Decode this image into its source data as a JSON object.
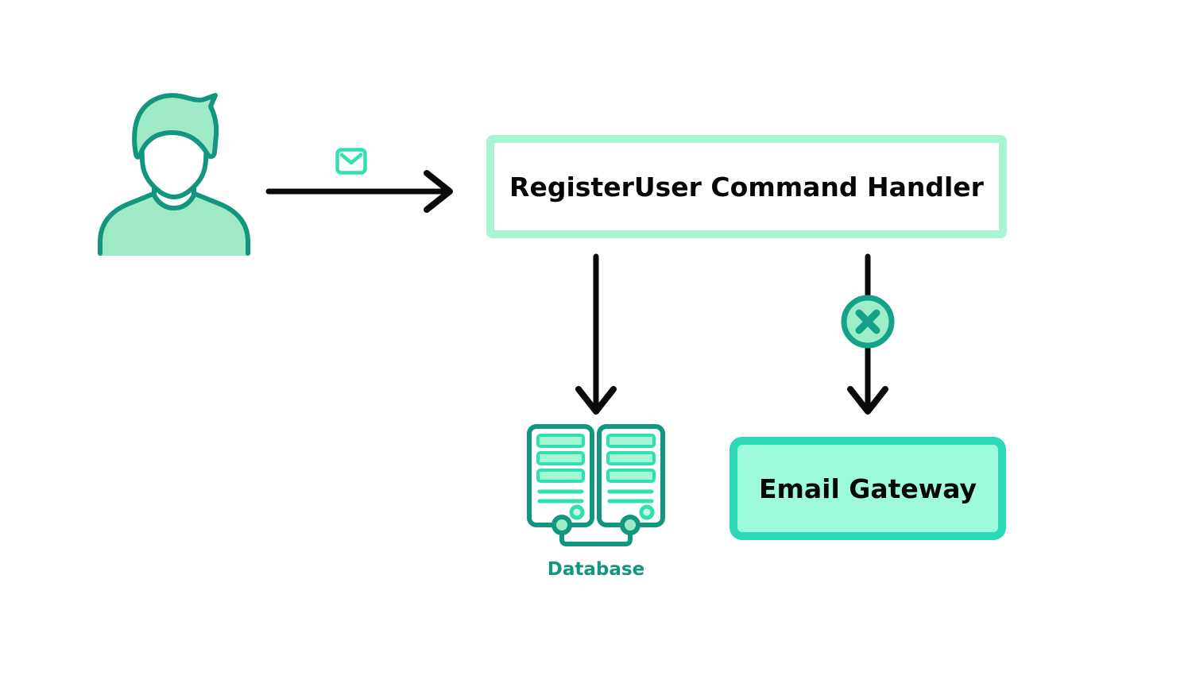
{
  "diagram": {
    "nodes": {
      "user": {
        "icon": "user-avatar-icon"
      },
      "handler": {
        "label": "RegisterUser Command Handler"
      },
      "database": {
        "label": "Database",
        "icon": "database-servers-icon"
      },
      "email_gateway": {
        "label": "Email Gateway"
      }
    },
    "edges": [
      {
        "from": "user",
        "to": "handler",
        "direction": "right",
        "marker_icon": "email-envelope-icon"
      },
      {
        "from": "handler",
        "to": "database",
        "direction": "down"
      },
      {
        "from": "handler",
        "to": "email_gateway",
        "direction": "down",
        "marker_icon": "x-circle-icon"
      }
    ],
    "colors": {
      "teal_outline": "#12977e",
      "mint_fill": "#9fe9c6",
      "handler_border": "#a9f4d3",
      "bright_mint": "#2ee0b2",
      "email_gateway_border": "#2bd9b4",
      "email_gateway_fill": "#9dfadc",
      "database_label": "#12977e",
      "arrow_black": "#0a0a0a",
      "background": "#ffffff"
    }
  }
}
